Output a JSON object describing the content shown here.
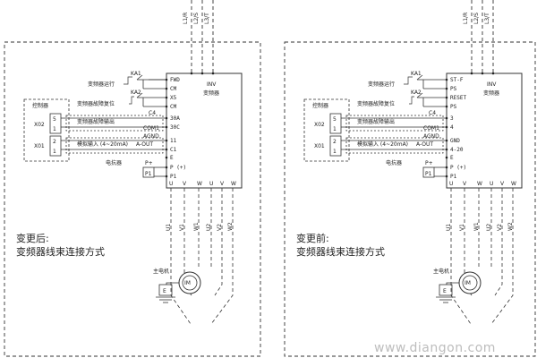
{
  "watermark": "www.diangon.com",
  "panels": [
    {
      "caption_line1": "变更后:",
      "caption_line2": "变频器线束连接方式",
      "supply_lines": [
        "L1/R",
        "L2/S",
        "L3/T"
      ],
      "inv_title_1": "INV",
      "inv_title_2": "变频器",
      "control_box_label": "控制器",
      "relay_1": "KA1",
      "relay_2": "KA2",
      "run_label": "变频器运行",
      "reset_label": "变频器故障复位",
      "fault_label": "变频器故障输出",
      "analog_label": "模拟输入 (4~20mA)",
      "analog_out": "A-OUT",
      "x02": "X02",
      "x01": "X01",
      "pin_5": "5",
      "pin_1a": "1",
      "pin_2": "2",
      "pin_1b": "1",
      "c4": "C4",
      "com1": "COM1",
      "agnd": "AGND",
      "resistor": "电抗器",
      "p_plus": "P+",
      "p1": "P1",
      "inv_terminals": [
        "FWD",
        "CM",
        "X5",
        "CM",
        "30A",
        "30C",
        "11",
        "C1",
        "E",
        "P (+)",
        "P1"
      ],
      "bottom_terminals": [
        "U",
        "V",
        "W",
        "U",
        "V",
        "W"
      ],
      "output_wires": [
        "U1",
        "V1",
        "W1",
        "U2",
        "V2",
        "W2"
      ],
      "motor_label": "主电机",
      "motor_symbol": "IM",
      "ground_label": "E"
    },
    {
      "caption_line1": "变更前:",
      "caption_line2": "变频器线束连接方式",
      "supply_lines": [
        "L1/R",
        "L2/S",
        "L3/T"
      ],
      "inv_title_1": "INV",
      "inv_title_2": "变频器",
      "control_box_label": "控制器",
      "relay_1": "KA1",
      "relay_2": "KA2",
      "run_label": "变频器运行",
      "reset_label": "变频器故障复位",
      "fault_label": "变频器故障输出",
      "analog_label": "模拟输入 (4~20mA)",
      "analog_out": "A-OUT",
      "x02": "X02",
      "x01": "X01",
      "pin_5": "5",
      "pin_1a": "1",
      "pin_2": "2",
      "pin_1b": "1",
      "c4": "C4",
      "com1": "COM1",
      "agnd": "AGND",
      "resistor": "电抗器",
      "p_plus": "P+",
      "p1": "P1",
      "inv_terminals": [
        "ST-F",
        "PS",
        "RESET",
        "PS",
        "3",
        "4",
        "GND",
        "4-20",
        "E",
        "P (+)",
        "P1"
      ],
      "bottom_terminals": [
        "U",
        "V",
        "W",
        "U",
        "V",
        "W"
      ],
      "output_wires": [
        "U1",
        "V1",
        "W1",
        "U2",
        "V2",
        "W2"
      ],
      "motor_label": "主电机",
      "motor_symbol": "IM",
      "ground_label": "E"
    }
  ]
}
